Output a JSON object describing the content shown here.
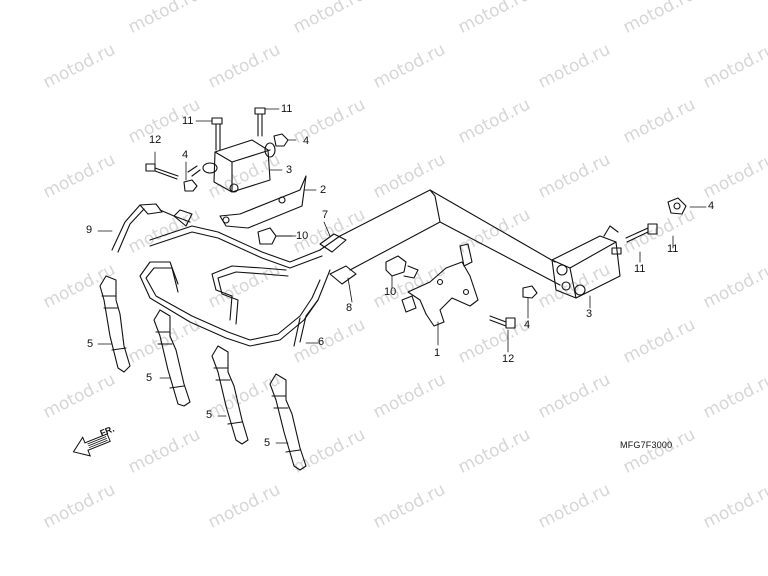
{
  "watermark": "motod.ru",
  "diagram_code": "MFG7F3000",
  "direction_marker": "FR.",
  "callouts": {
    "c1": "1",
    "c2": "2",
    "c3a": "3",
    "c3b": "3",
    "c4a": "4",
    "c4b": "4",
    "c4c": "4",
    "c4d": "4",
    "c5a": "5",
    "c5b": "5",
    "c5c": "5",
    "c5d": "5",
    "c6": "6",
    "c7": "7",
    "c8": "8",
    "c9": "9",
    "c10a": "10",
    "c10b": "10",
    "c11a": "11",
    "c11b": "11",
    "c11c": "11",
    "c11d": "11",
    "c12a": "12",
    "c12b": "12"
  }
}
